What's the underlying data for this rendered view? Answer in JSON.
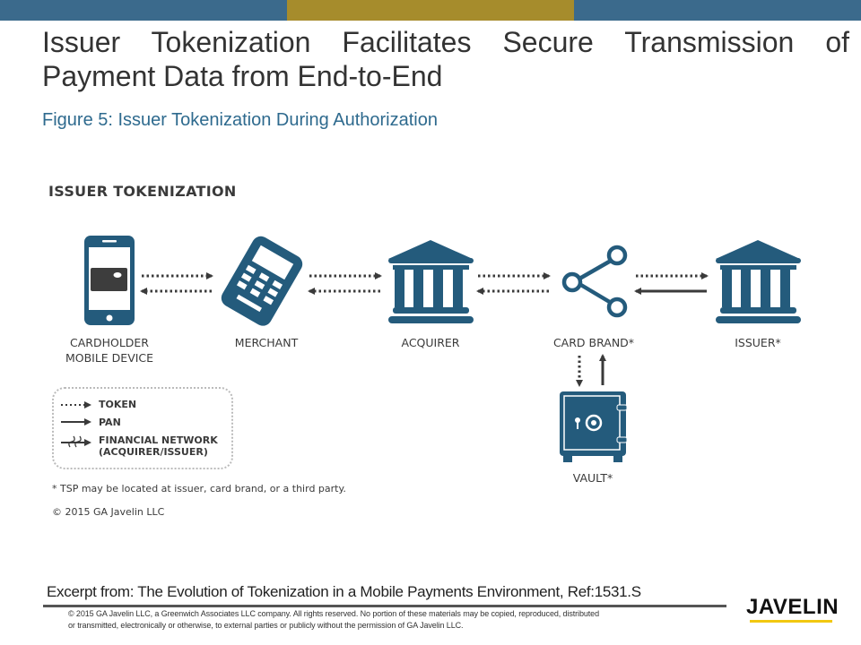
{
  "colors": {
    "bar_blue": "#3b6a8c",
    "bar_gold": "#a68c2c",
    "icon": "#245b7c",
    "arrow": "#3a3a3a"
  },
  "title": "Issuer Tokenization Facilitates Secure Transmission of Payment Data from End-to-End",
  "subtitle": "Figure 5: Issuer Tokenization During Authorization",
  "diagram": {
    "heading": "ISSUER TOKENIZATION",
    "nodes": [
      {
        "label_line1": "CARDHOLDER",
        "label_line2": "MOBILE DEVICE",
        "icon": "smartphone-icon"
      },
      {
        "label_line1": "MERCHANT",
        "icon": "payment-terminal-icon"
      },
      {
        "label_line1": "ACQUIRER",
        "icon": "bank-icon"
      },
      {
        "label_line1": "CARD BRAND*",
        "icon": "network-share-icon"
      },
      {
        "label_line1": "ISSUER*",
        "icon": "bank-icon"
      },
      {
        "label_line1": "VAULT*",
        "icon": "safe-icon"
      }
    ],
    "legend": {
      "token": "TOKEN",
      "pan": "PAN",
      "network_line1": "FINANCIAL NETWORK",
      "network_line2": "(ACQUIRER/ISSUER)"
    },
    "footnote": "* TSP may be located at issuer, card brand, or a third party.",
    "copyright": "© 2015 GA Javelin LLC"
  },
  "footer": {
    "excerpt": "Excerpt from: The Evolution of Tokenization in a Mobile Payments Environment, Ref:1531.S",
    "legal_line1": "© 2015 GA Javelin LLC, a Greenwich Associates LLC company.  All rights reserved. No portion of these materials may be copied, reproduced, distributed",
    "legal_line2": "or transmitted, electronically or otherwise, to external parties or publicly without the permission of GA Javelin LLC.",
    "logo": "JAVELIN"
  }
}
